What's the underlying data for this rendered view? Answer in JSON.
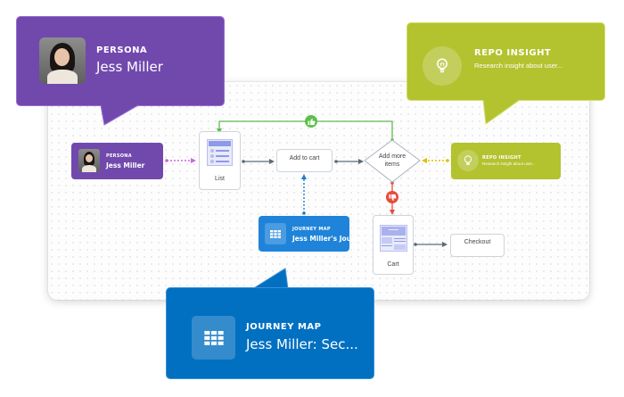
{
  "callouts": {
    "persona": {
      "type_label": "PERSONA",
      "name": "Jess Miller",
      "color": "#7149ad"
    },
    "repo_insight": {
      "type_label": "REPO INSIGHT",
      "description": "Research insight about user...",
      "color": "#b3c22f"
    },
    "journey_map": {
      "type_label": "JOURNEY MAP",
      "name": "Jess Miller: Sec...",
      "color": "#0270c1"
    }
  },
  "flow": {
    "persona_card": {
      "type_label": "PERSONA",
      "name": "Jess Miller"
    },
    "repo_card": {
      "type_label": "REPO INSIGHT",
      "description": "Research insight about user..."
    },
    "journey_card": {
      "type_label": "JOURNEY MAP",
      "name": "Jess Miller's Jou..."
    },
    "nodes": {
      "list": "List",
      "add_to_cart": "Add to cart",
      "decision_line1": "Add more",
      "decision_line2": "items",
      "cart": "Cart",
      "checkout": "Checkout"
    },
    "branches": {
      "yes_icon": "thumbs-up-icon",
      "no_icon": "thumbs-down-icon",
      "yes_color": "#4caf50",
      "no_color": "#e74c3c"
    }
  }
}
